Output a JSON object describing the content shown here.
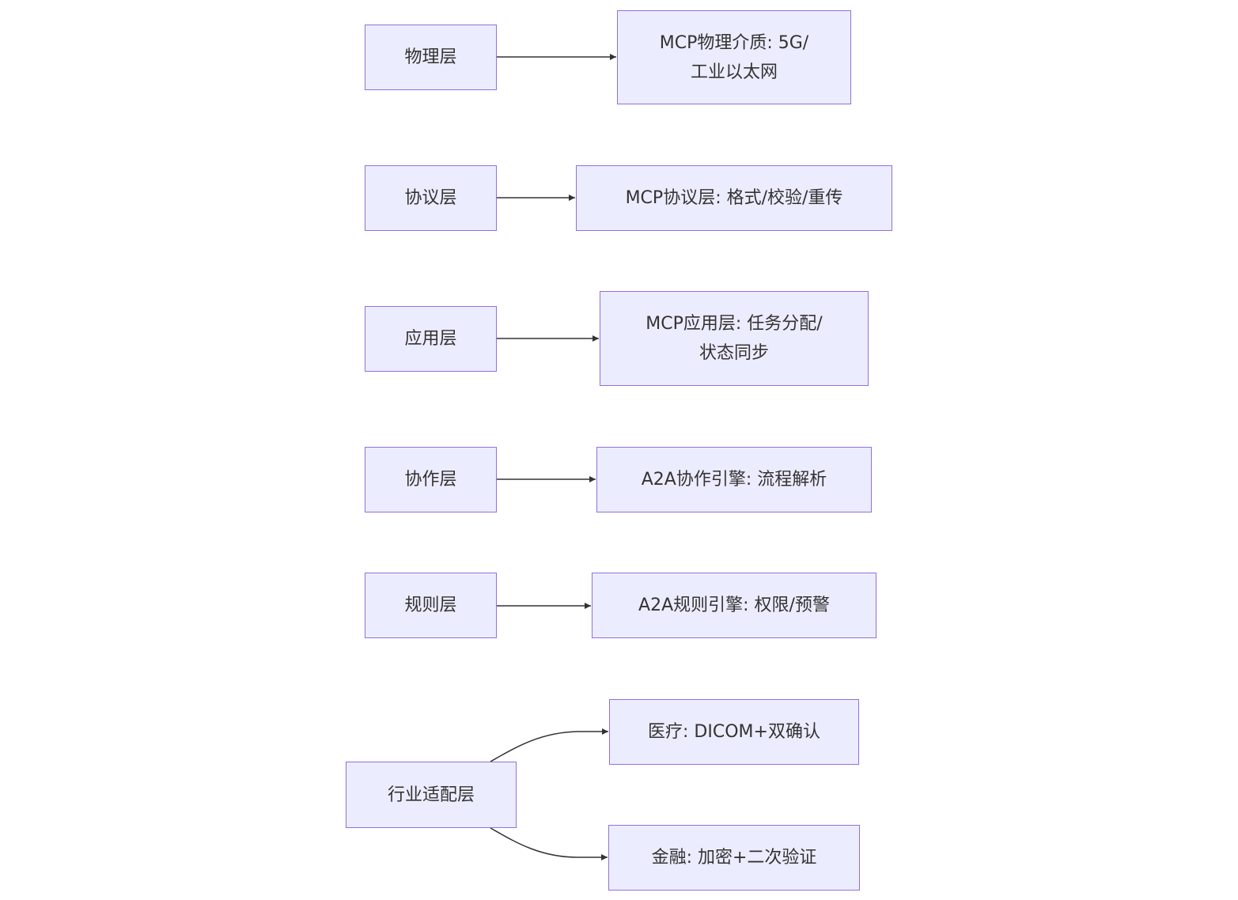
{
  "colors": {
    "node_fill": "#ececff",
    "node_border": "#9370db",
    "text": "#333333",
    "edge": "#333333"
  },
  "nodes": {
    "physical": {
      "label": "物理层"
    },
    "physical_detail": {
      "label_line1": "MCP物理介质: 5G/",
      "label_line2": "工业以太网"
    },
    "protocol": {
      "label": "协议层"
    },
    "protocol_detail": {
      "label": "MCP协议层: 格式/校验/重传"
    },
    "application": {
      "label": "应用层"
    },
    "application_detail": {
      "label_line1": "MCP应用层: 任务分配/",
      "label_line2": "状态同步"
    },
    "collaboration": {
      "label": "协作层"
    },
    "collaboration_detail": {
      "label": "A2A协作引擎: 流程解析"
    },
    "rules": {
      "label": "规则层"
    },
    "rules_detail": {
      "label": "A2A规则引擎: 权限/预警"
    },
    "industry": {
      "label": "行业适配层"
    },
    "medical": {
      "label": "医疗: DICOM+双确认"
    },
    "finance": {
      "label": "金融: 加密+二次验证"
    }
  },
  "edges": [
    {
      "from": "physical",
      "to": "physical_detail"
    },
    {
      "from": "protocol",
      "to": "protocol_detail"
    },
    {
      "from": "application",
      "to": "application_detail"
    },
    {
      "from": "collaboration",
      "to": "collaboration_detail"
    },
    {
      "from": "rules",
      "to": "rules_detail"
    },
    {
      "from": "industry",
      "to": "medical"
    },
    {
      "from": "industry",
      "to": "finance"
    }
  ]
}
